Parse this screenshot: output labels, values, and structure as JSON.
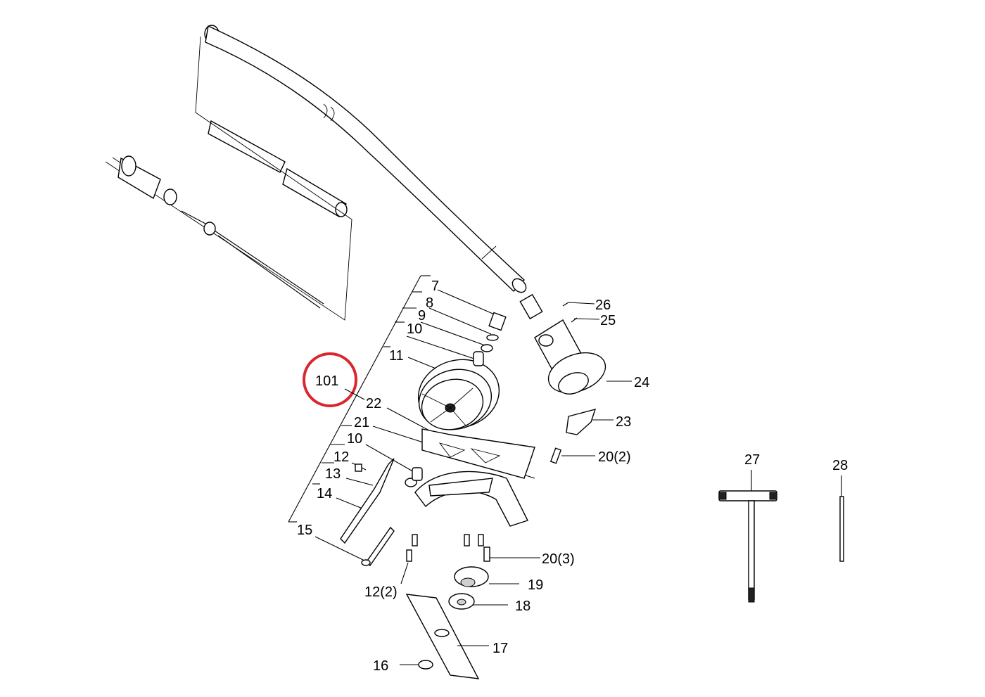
{
  "callouts": {
    "c7": "7",
    "c8": "8",
    "c9": "9",
    "c10a": "10",
    "c11": "11",
    "c22": "22",
    "c21": "21",
    "c10b": "10",
    "c12": "12",
    "c13": "13",
    "c14": "14",
    "c15": "15",
    "c26": "26",
    "c25": "25",
    "c24": "24",
    "c23": "23",
    "c20a": "20(2)",
    "c20b": "20(3)",
    "c19": "19",
    "c12b": "12(2)",
    "c18": "18",
    "c17": "17",
    "c16": "16",
    "c27": "27",
    "c28": "28"
  },
  "highlight": {
    "label": "101",
    "color": "#d9272e"
  }
}
